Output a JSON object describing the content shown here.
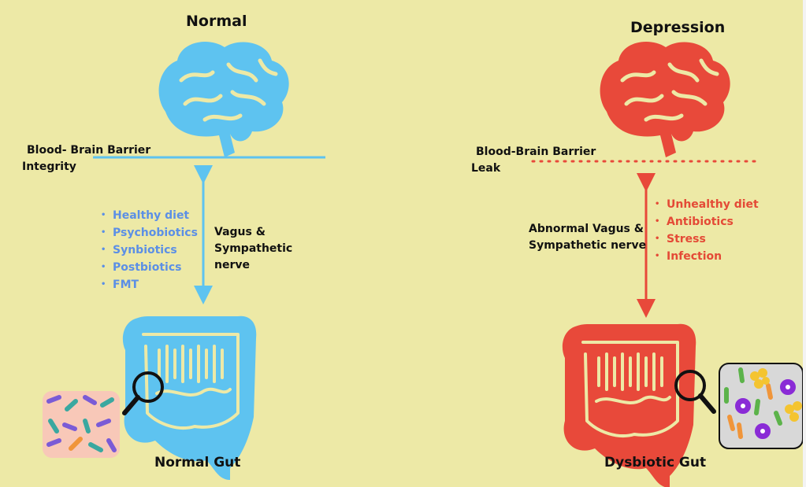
{
  "normal": {
    "title": "Normal",
    "barrier_line1": "Blood- Brain Barrier",
    "barrier_line2": "Integrity",
    "nerve_line1": "Vagus &",
    "nerve_line2": "Sympathetic",
    "nerve_line3": "nerve",
    "factors": [
      "Healthy diet",
      "Psychobiotics",
      "Synbiotics",
      "Postbiotics",
      "FMT"
    ],
    "gut_label": "Normal Gut",
    "color": "#5ec3f0",
    "factor_color": "#5b8fe6"
  },
  "depression": {
    "title": "Depression",
    "barrier_line1": "Blood-Brain Barrier",
    "barrier_line2": "Leak",
    "nerve_line1": "Abnormal Vagus &",
    "nerve_line2": "Sympathetic nerve",
    "factors": [
      "Unhealthy diet",
      "Antibiotics",
      "Stress",
      "Infection"
    ],
    "gut_label": "Dysbiotic Gut",
    "color": "#e8493a",
    "factor_color": "#e44a36"
  },
  "icons": [
    "brain-icon",
    "intestine-icon",
    "magnifier-icon",
    "bacteria-icon",
    "virus-icon"
  ]
}
